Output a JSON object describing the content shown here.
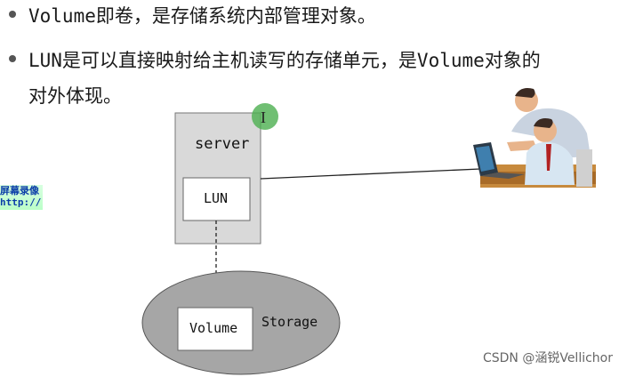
{
  "bullets": [
    {
      "text": "Volume即卷，是存储系统内部管理对象。"
    },
    {
      "text": "LUN是可以直接映射给主机读写的存储单元，是Volume对象的",
      "continuation": "对外体现。"
    }
  ],
  "diagram": {
    "server_label": "server",
    "lun_label": "LUN",
    "volume_label": "Volume",
    "storage_label": "Storage",
    "cursor_glyph": "I"
  },
  "watermark": {
    "line1": "屏幕录像",
    "line2": "http://"
  },
  "credit": "CSDN @涵锐Vellichor",
  "colors": {
    "server_fill": "#d9d9d9",
    "storage_fill": "#a6a6a6",
    "cursor_circle": "#4caf50"
  }
}
